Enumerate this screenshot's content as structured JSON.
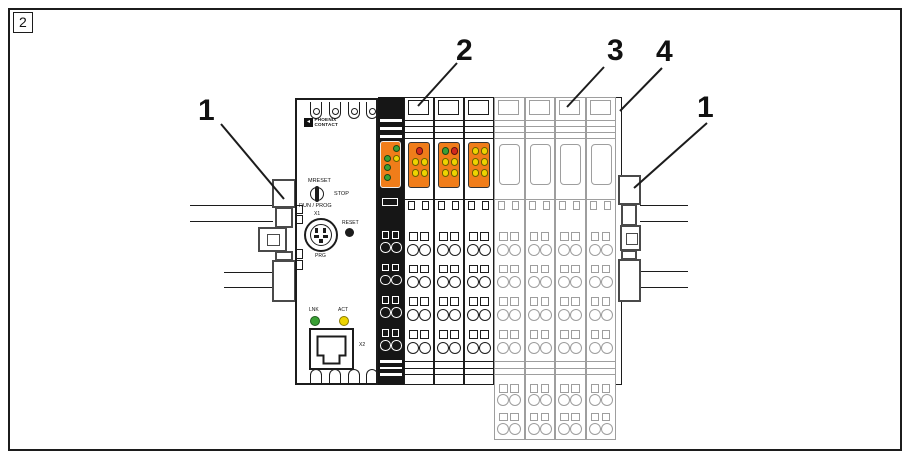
{
  "figure": {
    "label": "2"
  },
  "callouts": [
    {
      "label": "1",
      "side": "left"
    },
    {
      "label": "2",
      "side": "top"
    },
    {
      "label": "3",
      "side": "top"
    },
    {
      "label": "4",
      "side": "top"
    },
    {
      "label": "1",
      "side": "right"
    }
  ],
  "colors": {
    "module_orange": "#F07D1A",
    "led_green": "#3AA035",
    "led_yellow": "#EDD400",
    "led_red": "#D3291D",
    "outline_dark": "#1c1c1c",
    "outline_light": "#9E9E9E"
  },
  "device": {
    "controller": {
      "logo": {
        "line1": "PHOENIX",
        "line2": "CONTACT"
      },
      "switch": {
        "top_label": "MRESET",
        "right_label": "STOP",
        "bottom_label": "RUN / PROG",
        "connector_label": "X1"
      },
      "prg_label": "PRG",
      "reset_label": "RESET",
      "status_leds": [
        {
          "label": "LNK",
          "color": "green"
        },
        {
          "label": "ACT",
          "color": "yellow"
        }
      ],
      "ethernet_label": "X2"
    },
    "bus_module": {
      "led_rows": [
        [
          null,
          "green"
        ],
        [
          "green",
          "yellow"
        ],
        [
          "green",
          null
        ],
        [
          "green",
          null
        ]
      ]
    },
    "io_modules": [
      {
        "led_rows": [
          [
            "red"
          ],
          [
            "yellow",
            "yellow"
          ],
          [
            "yellow",
            "yellow"
          ]
        ]
      },
      {
        "led_rows": [
          [
            "green",
            "red"
          ],
          [
            "yellow",
            "yellow"
          ],
          [
            "yellow",
            "yellow"
          ]
        ]
      },
      {
        "led_rows": [
          [
            "yellow",
            "yellow"
          ],
          [
            "yellow",
            "yellow"
          ],
          [
            "yellow",
            "yellow"
          ]
        ]
      }
    ],
    "planned_modules_count": 4,
    "terminal_rows_main": 4,
    "terminal_rows_lower": 2
  }
}
